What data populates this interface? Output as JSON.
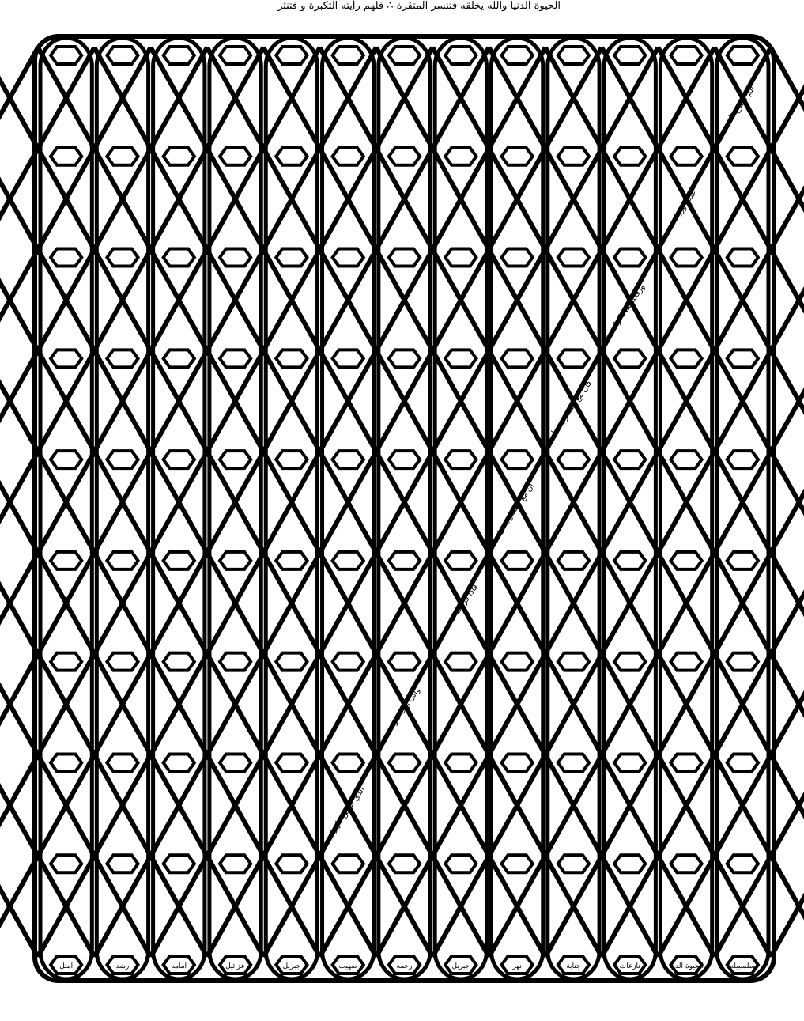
{
  "document": {
    "header_text": "الحيوة الدنيا والله يخلقه فتنسر المتقرة ∴ فلهم رأيته التكبرة و فتنثر",
    "lattice": {
      "columns": 13,
      "rows": 9,
      "line_color": "#000000",
      "background_color": "#ffffff"
    },
    "bottom_cells": [
      "سلسبيله",
      "الحيوة الدنيا",
      "نازعات",
      "جنابة",
      "نهر",
      "جبريل",
      "رحمه",
      "صهيب",
      "جبريل",
      "عزائيل",
      "امامه",
      "رشد",
      "امثل"
    ],
    "sample_labels": [
      "الم نشرح لك",
      "عنكو وزرك",
      "ورفعنا لك ذكرك",
      "فان مع العسر يسرا",
      "ان مع العسر يسرا",
      "فاذا فرغت فانصب",
      "والى ربك فارغب",
      "الذي انقض ظهرك"
    ]
  }
}
